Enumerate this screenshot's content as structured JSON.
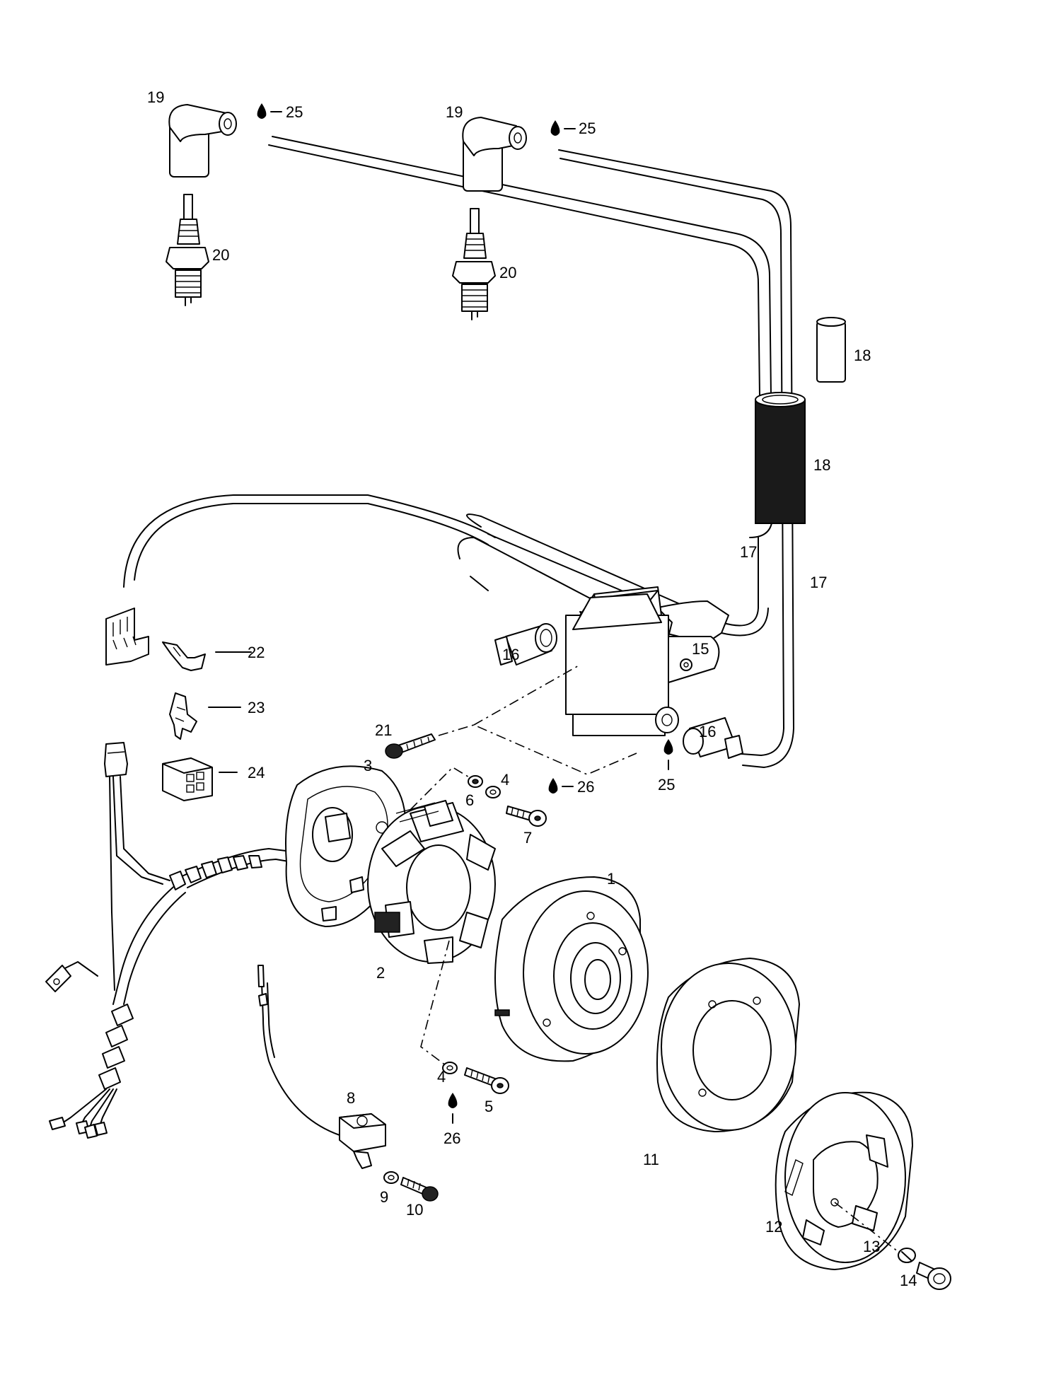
{
  "callouts": {
    "p1": "1",
    "p2": "2",
    "p3": "3",
    "p4a": "4",
    "p4b": "4",
    "p5": "5",
    "p6": "6",
    "p7": "7",
    "p8": "8",
    "p9": "9",
    "p10": "10",
    "p11": "11",
    "p12": "12",
    "p13": "13",
    "p14": "14",
    "p15": "15",
    "p16a": "16",
    "p16b": "16",
    "p17a": "17",
    "p17b": "17",
    "p18a": "18",
    "p18b": "18",
    "p19a": "19",
    "p19b": "19",
    "p20a": "20",
    "p20b": "20",
    "p21": "21",
    "p22": "22",
    "p23": "23",
    "p24": "24",
    "p25a": "25",
    "p25b": "25",
    "p25c": "25",
    "p26a": "26",
    "p26b": "26"
  }
}
